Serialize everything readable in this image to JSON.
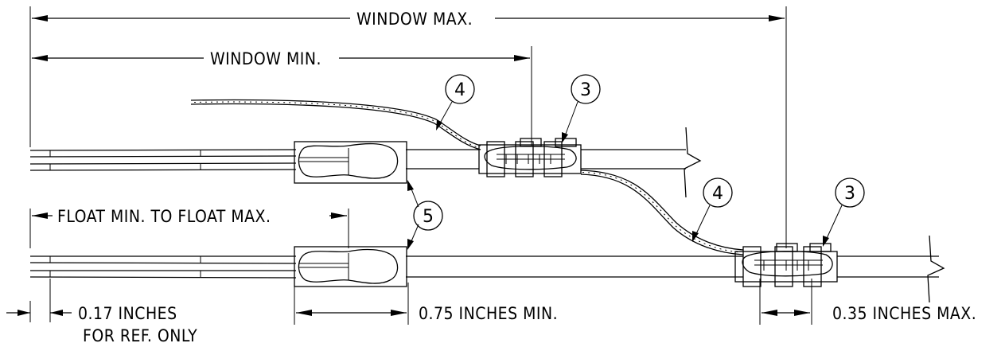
{
  "labels": {
    "window_max": "WINDOW MAX.",
    "window_min": "WINDOW MIN.",
    "float_range": "FLOAT MIN. TO FLOAT MAX.",
    "dim_017": "0.17 INCHES",
    "ref_only": "FOR REF. ONLY",
    "dim_075": "0.75 INCHES MIN.",
    "dim_035": "0.35 INCHES MAX."
  },
  "callouts": {
    "upper_lead": "4",
    "upper_clip": "3",
    "lower_lead": "4",
    "lower_clip": "3",
    "float_switch": "5"
  },
  "colors": {
    "line": "#000000",
    "background": "#ffffff"
  }
}
